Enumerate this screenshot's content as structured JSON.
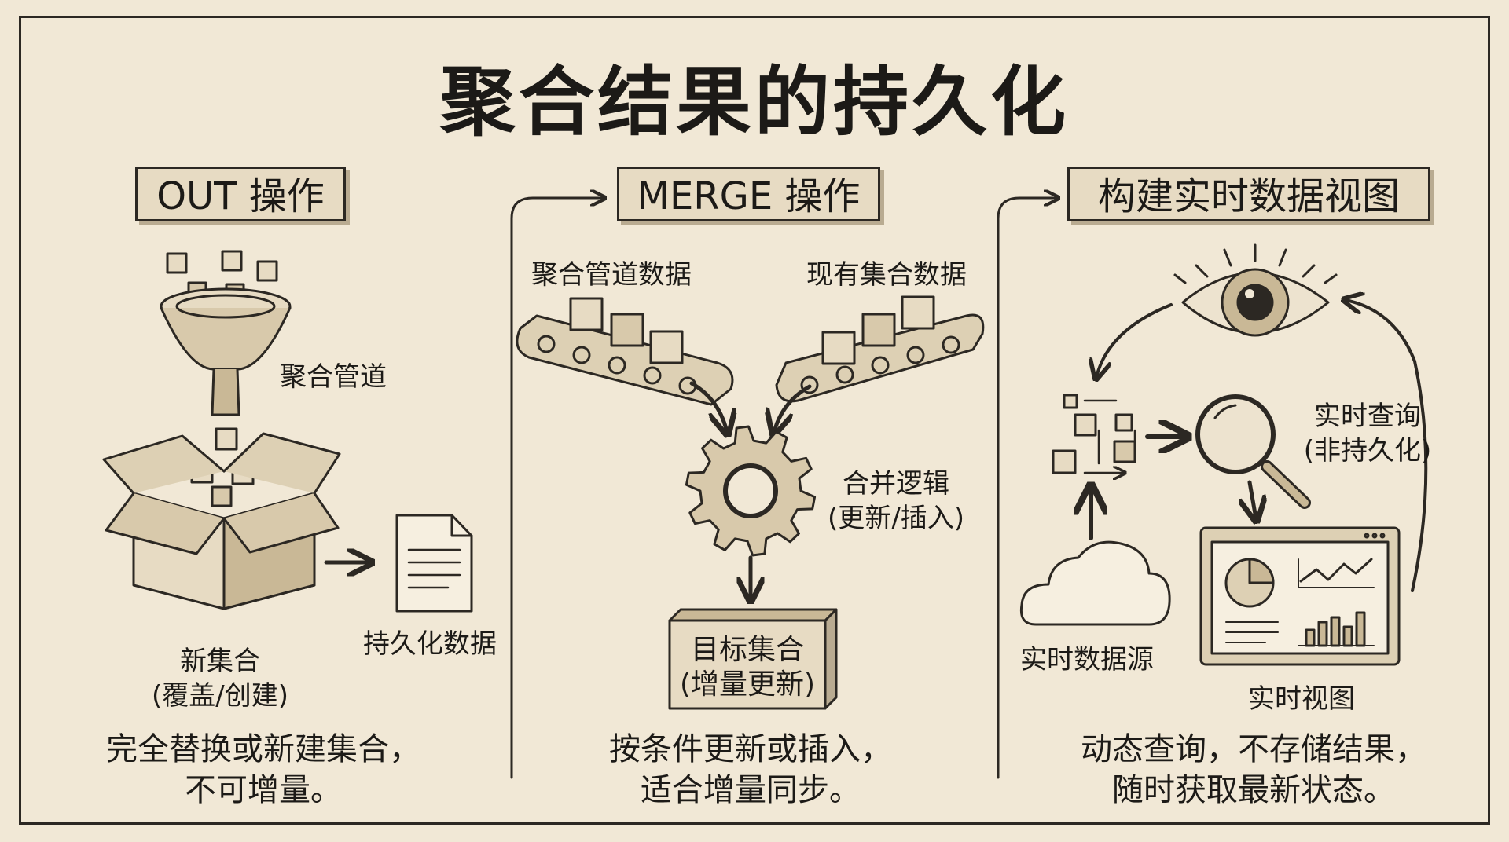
{
  "title": "聚合结果的持久化",
  "sections": [
    {
      "header": "OUT 操作",
      "labels": {
        "pipeline": "聚合管道",
        "new_collection_line1": "新集合",
        "new_collection_line2": "(覆盖/创建)",
        "persist": "持久化数据"
      },
      "description_line1": "完全替换或新建集合，",
      "description_line2": "不可增量。"
    },
    {
      "header": "MERGE 操作",
      "labels": {
        "pipeline_data": "聚合管道数据",
        "existing_data": "现有集合数据",
        "merge_logic_line1": "合并逻辑",
        "merge_logic_line2": "(更新/插入)",
        "target_line1": "目标集合",
        "target_line2": "(增量更新)"
      },
      "description_line1": "按条件更新或插入，",
      "description_line2": "适合增量同步。"
    },
    {
      "header": "构建实时数据视图",
      "labels": {
        "realtime_query_line1": "实时查询",
        "realtime_query_line2": "(非持久化)",
        "realtime_source": "实时数据源",
        "realtime_view": "实时视图"
      },
      "description_line1": "动态查询，不存储结果，",
      "description_line2": "随时获取最新状态。"
    }
  ],
  "icons": [
    "funnel-icon",
    "box-icon",
    "document-icon",
    "conveyor-icon",
    "gear-icon",
    "crate-icon",
    "eye-icon",
    "magnifier-icon",
    "cloud-icon",
    "dashboard-icon"
  ],
  "colors": {
    "paper": "#f1e8d6",
    "ink": "#2c2823",
    "panel": "#e7dbc3",
    "shade": "#c9b896"
  }
}
